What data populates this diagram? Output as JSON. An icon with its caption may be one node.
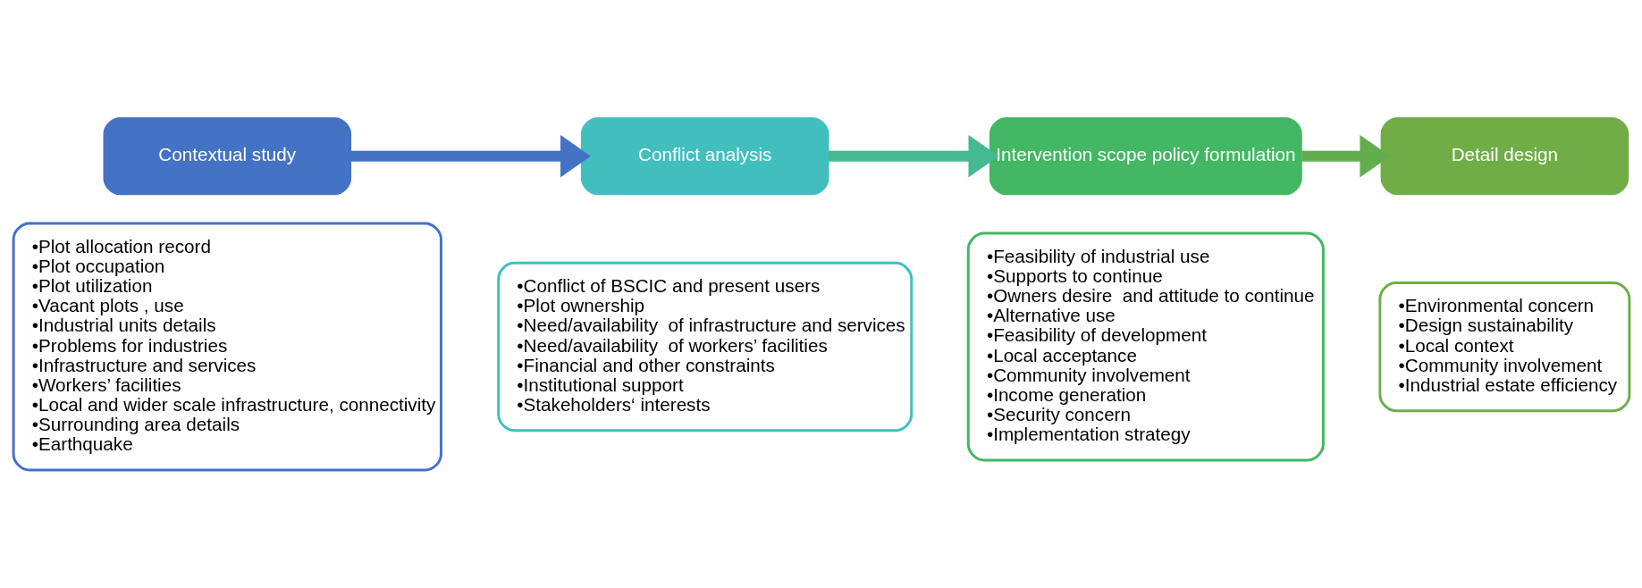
{
  "diagram": {
    "nodes": [
      {
        "text": [
          "Contextual study"
        ]
      },
      {
        "text": [
          "•Plot allocation record",
          "•Plot occupation",
          "•Plot utilization",
          "•Vacant plots , use",
          "•Industrial units details",
          "•Problems for industries",
          "•Infrastructure and services",
          "•Workers’ facilities",
          "•Local and wider scale infrastructure, connectivity",
          "•Surrounding area details",
          "•Earthquake"
        ]
      },
      {
        "text": [
          "Conflict analysis"
        ]
      },
      {
        "text": [
          "•Conflict of BSCIC and present users",
          "•Plot ownership",
          "•Need/availability  of infrastructure and services",
          "•Need/availability  of workers’ facilities",
          "•Financial and other constraints",
          "•Institutional support",
          "•Stakeholders‘ interests"
        ]
      },
      {
        "text": [
          "Intervention scope policy formulation"
        ]
      },
      {
        "text": [
          "•Feasibility of industrial use",
          "•Supports to continue",
          "•Owners desire  and attitude to continue",
          "•Alternative use",
          "•Feasibility of development",
          "•Local acceptance",
          "•Community involvement",
          "•Income generation",
          "•Security concern",
          "•Implementation strategy"
        ]
      },
      {
        "text": [
          "Detail design"
        ]
      },
      {
        "text": [
          "•Environmental concern",
          "•Design sustainability",
          "•Local context",
          "•Community involvement",
          "•Industrial estate efficiency"
        ]
      }
    ],
    "edges": [
      {
        "from": 0,
        "to": 2,
        "arrow": "to",
        "color": "#4472c4"
      },
      {
        "from": 2,
        "to": 4,
        "arrow": "to",
        "color": "#45b98f"
      },
      {
        "from": 4,
        "to": 6,
        "arrow": "to",
        "color": "#62ae4e"
      }
    ]
  }
}
